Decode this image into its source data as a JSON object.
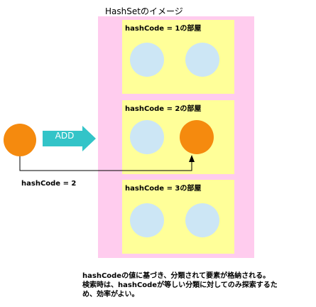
{
  "title": "HashSetのイメージ",
  "rooms": [
    {
      "label": "hashCode = 1の部屋",
      "slots": [
        "empty",
        "empty"
      ]
    },
    {
      "label": "hashCode = 2の部屋",
      "slots": [
        "empty",
        "filled"
      ]
    },
    {
      "label": "hashCode = 3の部屋",
      "slots": [
        "empty",
        "empty"
      ]
    }
  ],
  "add_label": "ADD",
  "hash_caption": "hashCode = 2",
  "description": [
    "hashCodeの値に基づき、分類されて要素が格納される。",
    "検索時は、hashCodeが等しい分類に対してのみ探索するた",
    "め、効率がよい。"
  ],
  "colors": {
    "hashset_bg": "#ffccee",
    "room_bg": "#ffff99",
    "empty_slot": "#cce6f5",
    "filled_slot": "#f58a0e",
    "arrow": "#33c4c8"
  }
}
